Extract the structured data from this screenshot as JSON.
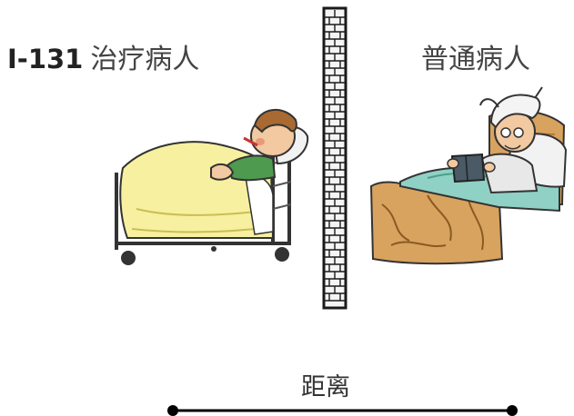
{
  "labels": {
    "left_isotope": "I-131",
    "left_text": "治疗病人",
    "right_text": "普通病人",
    "distance": "距离"
  },
  "colors": {
    "wall_border": "#1a1a1a",
    "wall_fill": "#f4f4f4",
    "blanket_left": "#f7f0a0",
    "blanket_right": "#8fd1c4",
    "bed_wood": "#d8a35f",
    "line": "#000000"
  }
}
